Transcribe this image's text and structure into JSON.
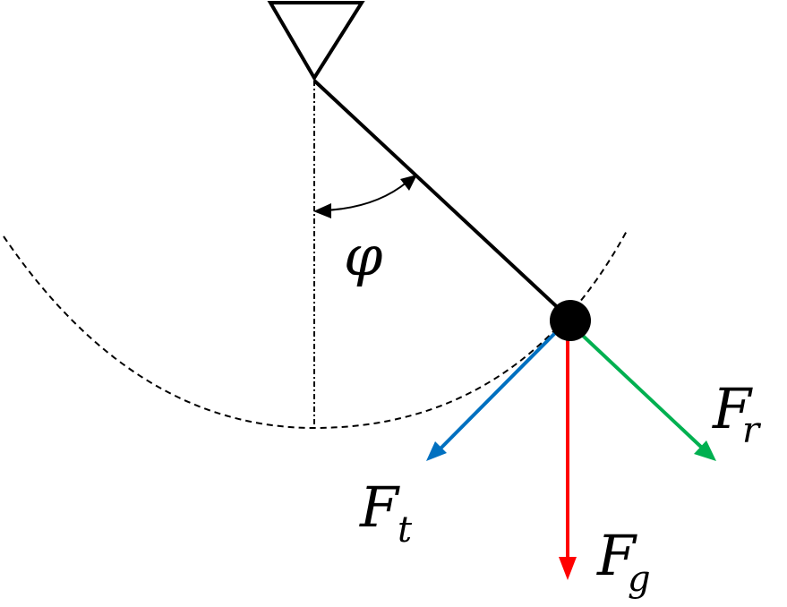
{
  "colors": {
    "line": "#000000",
    "tangential": "#0070C0",
    "gravity": "#FF0000",
    "radial": "#00B050"
  },
  "labels": {
    "angle": "φ",
    "tangential_force": "F",
    "tangential_force_sub": "t",
    "gravity_force": "F",
    "gravity_force_sub": "g",
    "radial_force": "F",
    "radial_force_sub": "r"
  }
}
